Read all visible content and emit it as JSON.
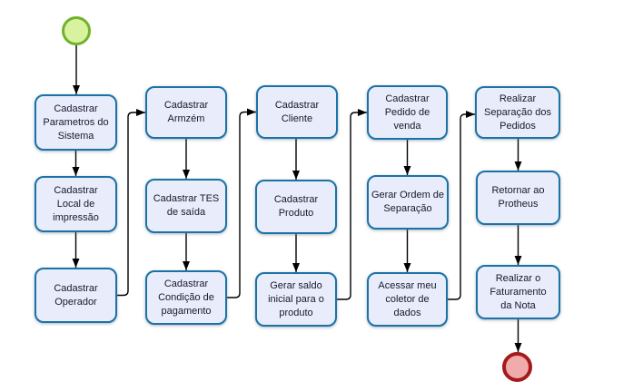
{
  "colors": {
    "background": "#ffffff",
    "node_fill": "#e9edfb",
    "node_border": "#1a73a6",
    "node_text": "#16182c",
    "start_fill": "#d9f2a0",
    "start_border": "#72b12d",
    "end_fill": "#f0abab",
    "end_border": "#a51a1a",
    "connector": "#000000"
  },
  "diagram": {
    "type": "flowchart",
    "start": {
      "id": "start",
      "shape": "circle",
      "role": "start"
    },
    "end": {
      "id": "end",
      "shape": "circle",
      "role": "end"
    },
    "nodes": [
      {
        "id": "cadastrar-parametros-sistema",
        "label": "Cadastrar\nParametros do\nSistema"
      },
      {
        "id": "cadastrar-local-impressao",
        "label": "Cadastrar\nLocal de\nimpressão"
      },
      {
        "id": "cadastrar-operador",
        "label": "Cadastrar\nOperador"
      },
      {
        "id": "cadastrar-armzem",
        "label": "Cadastrar\nArmzém"
      },
      {
        "id": "cadastrar-tes-saida",
        "label": "Cadastrar TES\nde saída"
      },
      {
        "id": "cadastrar-condicao-pagamento",
        "label": "Cadastrar\nCondição de\npagamento"
      },
      {
        "id": "cadastrar-cliente",
        "label": "Cadastrar\nCliente"
      },
      {
        "id": "cadastrar-produto",
        "label": "Cadastrar\nProduto"
      },
      {
        "id": "gerar-saldo-inicial-produto",
        "label": "Gerar saldo\ninicial para o\nproduto"
      },
      {
        "id": "cadastrar-pedido-venda",
        "label": "Cadastrar\nPedido de\nvenda"
      },
      {
        "id": "gerar-ordem-separacao",
        "label": "Gerar Ordem de\nSeparação"
      },
      {
        "id": "acessar-coletor-dados",
        "label": "Acessar meu\ncoletor de\ndados"
      },
      {
        "id": "realizar-separacao-pedidos",
        "label": "Realizar\nSeparação dos\nPedidos"
      },
      {
        "id": "retornar-protheus",
        "label": "Retornar ao\nProtheus"
      },
      {
        "id": "realizar-faturamento-nota",
        "label": "Realizar o\nFaturamento\nda Nota"
      }
    ],
    "edges": [
      {
        "from": "start",
        "to": "cadastrar-parametros-sistema"
      },
      {
        "from": "cadastrar-parametros-sistema",
        "to": "cadastrar-local-impressao"
      },
      {
        "from": "cadastrar-local-impressao",
        "to": "cadastrar-operador"
      },
      {
        "from": "cadastrar-operador",
        "to": "cadastrar-armzem"
      },
      {
        "from": "cadastrar-armzem",
        "to": "cadastrar-tes-saida"
      },
      {
        "from": "cadastrar-tes-saida",
        "to": "cadastrar-condicao-pagamento"
      },
      {
        "from": "cadastrar-condicao-pagamento",
        "to": "cadastrar-cliente"
      },
      {
        "from": "cadastrar-cliente",
        "to": "cadastrar-produto"
      },
      {
        "from": "cadastrar-produto",
        "to": "gerar-saldo-inicial-produto"
      },
      {
        "from": "gerar-saldo-inicial-produto",
        "to": "cadastrar-pedido-venda"
      },
      {
        "from": "cadastrar-pedido-venda",
        "to": "gerar-ordem-separacao"
      },
      {
        "from": "gerar-ordem-separacao",
        "to": "acessar-coletor-dados"
      },
      {
        "from": "acessar-coletor-dados",
        "to": "realizar-separacao-pedidos"
      },
      {
        "from": "realizar-separacao-pedidos",
        "to": "retornar-protheus"
      },
      {
        "from": "retornar-protheus",
        "to": "realizar-faturamento-nota"
      },
      {
        "from": "realizar-faturamento-nota",
        "to": "end"
      }
    ]
  }
}
